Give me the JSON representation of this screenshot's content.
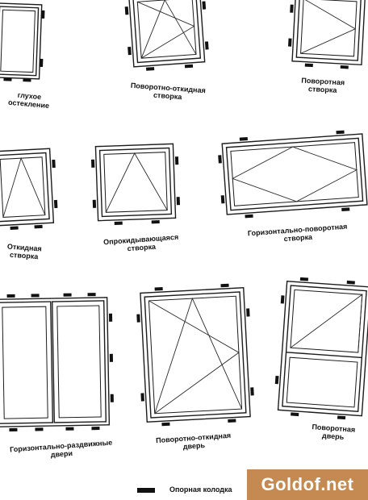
{
  "captions": [
    {
      "id": "fixed",
      "lines": [
        "глухое",
        "остекление"
      ]
    },
    {
      "id": "tilt-turn-sash",
      "lines": [
        "Поворотно-откидная",
        "створка"
      ]
    },
    {
      "id": "turn-sash",
      "lines": [
        "Поворотная",
        "створка"
      ]
    },
    {
      "id": "tilt-sash",
      "lines": [
        "Откидная",
        "створка"
      ]
    },
    {
      "id": "hopper-sash",
      "lines": [
        "Опрокидывающаяся",
        "створка"
      ]
    },
    {
      "id": "horizontal-pivot-sash",
      "lines": [
        "Горизонтально-поворотная",
        "створка"
      ]
    },
    {
      "id": "sliding-doors",
      "lines": [
        "Горизонтально-раздвижные",
        "двери"
      ]
    },
    {
      "id": "tilt-turn-door",
      "lines": [
        "Поворотно-откидная",
        "дверь"
      ]
    },
    {
      "id": "turn-door",
      "lines": [
        "Поворотная",
        "дверь"
      ]
    }
  ],
  "legend": {
    "label": "Опорная колодка"
  },
  "watermark": {
    "text": "Goldof.net",
    "color": "#c48a52"
  }
}
